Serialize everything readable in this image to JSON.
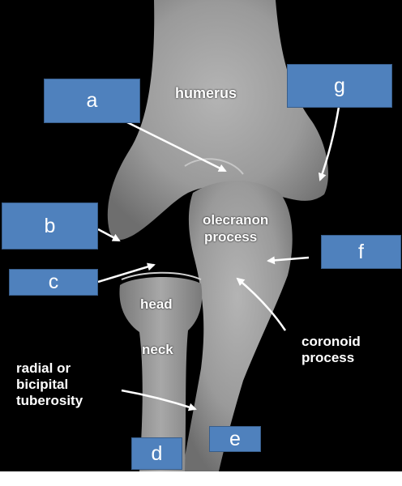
{
  "diagram": {
    "labels": {
      "humerus": "humerus",
      "olecranon_1": "olecranon",
      "olecranon_2": "process",
      "coronoid_1": "coronoid",
      "coronoid_2": "process",
      "head": "head",
      "neck": "neck",
      "tuberosity_1": "radial or",
      "tuberosity_2": "bicipital",
      "tuberosity_3": "tuberosity"
    },
    "answer_boxes": {
      "a": "a",
      "b": "b",
      "c": "c",
      "d": "d",
      "e": "e",
      "f": "f",
      "g": "g"
    },
    "colors": {
      "box_fill": "#4f81bd",
      "box_border": "#385d8a",
      "background": "#000000",
      "bone": "#9c9c9c",
      "text": "#ffffff"
    }
  }
}
